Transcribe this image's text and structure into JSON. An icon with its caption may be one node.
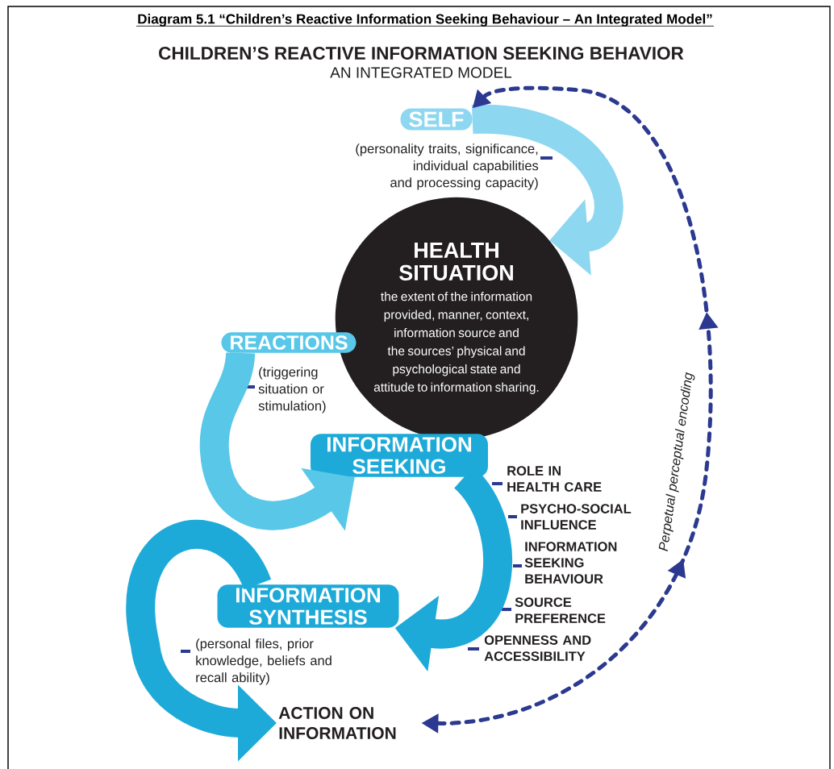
{
  "diagram": {
    "title": "Diagram 5.1 “Children’s Reactive Information Seeking Behaviour – An Integrated Model”",
    "nodes": [
      {
        "text": [
          "SELF"
        ],
        "beside": [
          "(personality traits, significance, individual capabilities and processing capacity)"
        ]
      },
      {
        "text": [
          "HEALTH SITUATION",
          "the extent of the information provided, manner, context, information source and the sources’ physical and psychological state and attitude to information sharing."
        ]
      },
      {
        "text": [
          "REACTIONS"
        ],
        "beside": [
          "(triggering situation or stimulation)"
        ]
      },
      {
        "text": [
          "INFORMATION SEEKING"
        ],
        "beside": [
          "ROLE IN HEALTH CARE",
          "PSYCHO-SOCIAL INFLUENCE",
          "INFORMATION SEEKING BEHAVIOUR",
          "SOURCE PREFERENCE",
          "OPENNESS AND ACCESSIBILITY"
        ]
      },
      {
        "text": [
          "INFORMATION SYNTHESIS"
        ],
        "beside": [
          "(personal files, prior knowledge, beliefs and recall ability)"
        ]
      },
      {
        "text": [
          "ACTION ON INFORMATION"
        ]
      }
    ],
    "edges": [
      {
        "from": 0,
        "to": 1,
        "arrow": "to",
        "color": "#8dd7f0"
      },
      {
        "from": 2,
        "to": 3,
        "arrow": "to",
        "color": "#58c7e8"
      },
      {
        "from": 3,
        "to": 4,
        "arrow": "to",
        "color": "#1eaad8"
      },
      {
        "from": 4,
        "to": 5,
        "arrow": "to",
        "color": "#1eaad8"
      },
      {
        "from": 5,
        "to": 0,
        "arrow": "both",
        "style": "dashed",
        "color": "#2b3990",
        "label": "Perpetual perceptual encoding"
      }
    ],
    "labels": [
      "CHILDREN’S REACTIVE INFORMATION SEEKING BEHAVIOR",
      "AN INTEGRATED MODEL"
    ]
  }
}
